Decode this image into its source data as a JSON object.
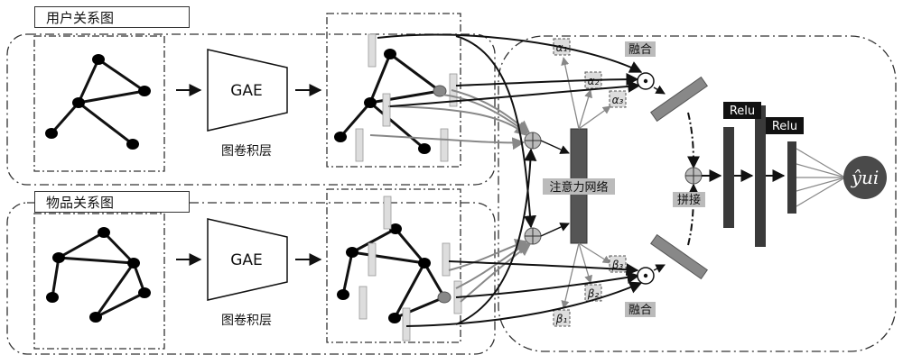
{
  "user_graph": {
    "title": "用户关系图",
    "encoder_label": "GAE",
    "layer_caption": "图卷积层"
  },
  "item_graph": {
    "title": "物品关系图",
    "encoder_label": "GAE",
    "layer_caption": "图卷积层"
  },
  "attention": {
    "label": "注意力网络",
    "weights_user": [
      "α₁",
      "α₂",
      "α₃"
    ],
    "weights_item": [
      "β₃",
      "β₂",
      "β₁"
    ]
  },
  "fusion": {
    "top_label": "融合",
    "bottom_label": "融合",
    "concat_label": "拼接"
  },
  "mlp": {
    "layer_labels": [
      "Relu",
      "Relu"
    ]
  },
  "output": {
    "symbol": "ŷui"
  },
  "colors": {
    "line": "#111111",
    "arrow_gray": "#888888",
    "bar_dark": "#3a3a3a",
    "bar_mid": "#666666",
    "node": "#000000",
    "output_circle": "#4a4a4a"
  }
}
